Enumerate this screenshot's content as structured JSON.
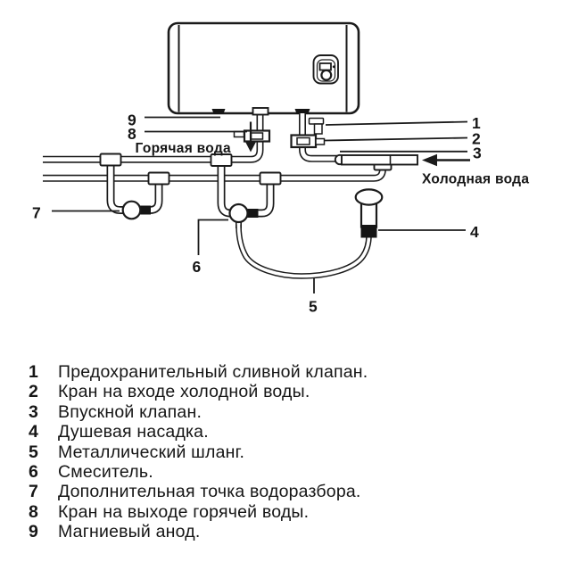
{
  "diagram": {
    "labels": {
      "hot_water": "Горячая вода",
      "cold_water": "Холодная вода"
    },
    "callouts": {
      "n1": "1",
      "n2": "2",
      "n3": "3",
      "n4": "4",
      "n5": "5",
      "n6": "6",
      "n7": "7",
      "n8": "8",
      "n9": "9"
    }
  },
  "legend": {
    "items": [
      {
        "num": "1",
        "text": "Предохранительный сливной клапан."
      },
      {
        "num": "2",
        "text": "Кран на входе холодной воды."
      },
      {
        "num": "3",
        "text": "Впускной клапан."
      },
      {
        "num": "4",
        "text": "Душевая насадка."
      },
      {
        "num": "5",
        "text": "Металлический шланг."
      },
      {
        "num": "6",
        "text": "Смеситель."
      },
      {
        "num": "7",
        "text": "Дополнительная точка водоразбора."
      },
      {
        "num": "8",
        "text": "Кран на выходе горячей воды."
      },
      {
        "num": "9",
        "text": "Магниевый анод."
      }
    ]
  }
}
